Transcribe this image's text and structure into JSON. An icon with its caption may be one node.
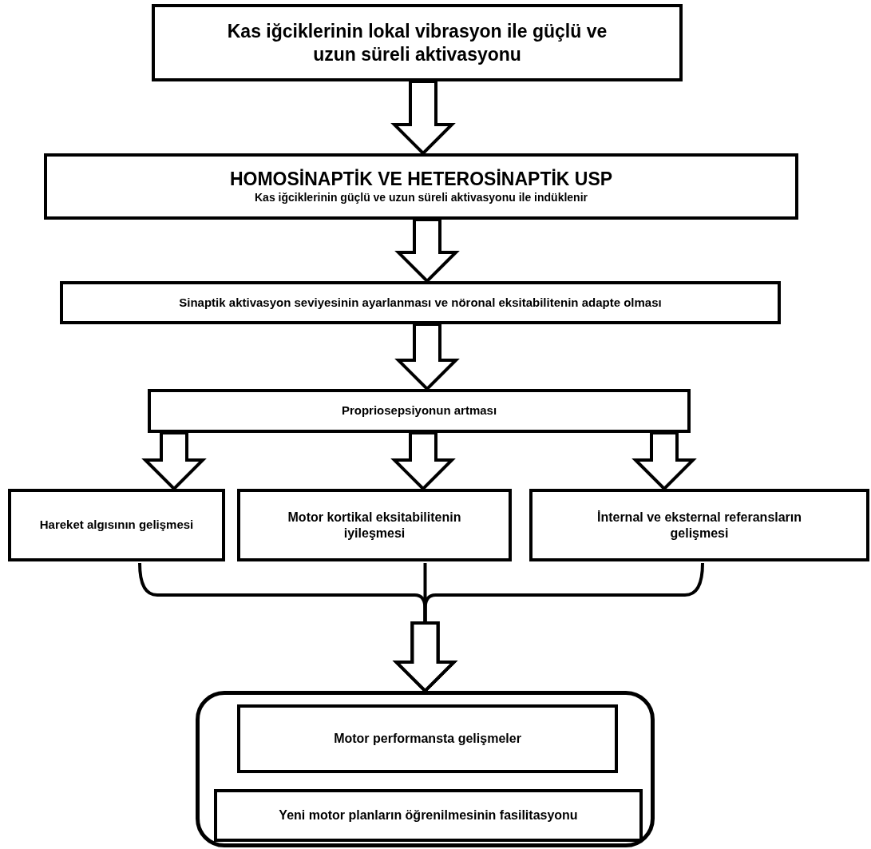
{
  "diagram": {
    "nodes": [
      {
        "text": [
          "Kas iğciklerinin lokal vibrasyon ile güçlü ve uzun süreli aktivasyonu"
        ]
      },
      {
        "text": [
          "HOMOSİNAPTİK VE HETEROSİNAPTİK USP",
          "Kas iğciklerinin güçlü ve uzun süreli aktivasyonu ile indüklenir"
        ]
      },
      {
        "text": [
          "Sinaptik aktivasyon seviyesinin ayarlanması ve nöronal eksitabilitenin adapte olması"
        ]
      },
      {
        "text": [
          "Propriosepsiyonun artması"
        ]
      },
      {
        "text": [
          "Hareket algısının gelişmesi"
        ]
      },
      {
        "text": [
          "Motor kortikal eksitabilitenin iyileşmesi"
        ]
      },
      {
        "text": [
          "İnternal ve eksternal referansların gelişmesi"
        ]
      },
      {
        "text": [],
        "shape": "box"
      },
      {
        "text": [
          "Motor performansta gelişmeler"
        ],
        "in": 7
      },
      {
        "text": [
          "Yeni motor planların öğrenilmesinin fasilitasyonu"
        ],
        "in": 7
      }
    ],
    "edges": [
      {
        "from": 0,
        "to": 1,
        "arrow": "to"
      },
      {
        "from": 1,
        "to": 2,
        "arrow": "to"
      },
      {
        "from": 2,
        "to": 3,
        "arrow": "to"
      },
      {
        "from": 3,
        "to": 4,
        "arrow": "to"
      },
      {
        "from": 3,
        "to": 5,
        "arrow": "to"
      },
      {
        "from": 3,
        "to": 6,
        "arrow": "to"
      },
      {
        "from": 4,
        "to": 7,
        "arrow": "to"
      },
      {
        "from": 5,
        "to": 7,
        "arrow": "to"
      },
      {
        "from": 6,
        "to": 7,
        "arrow": "to"
      }
    ]
  }
}
